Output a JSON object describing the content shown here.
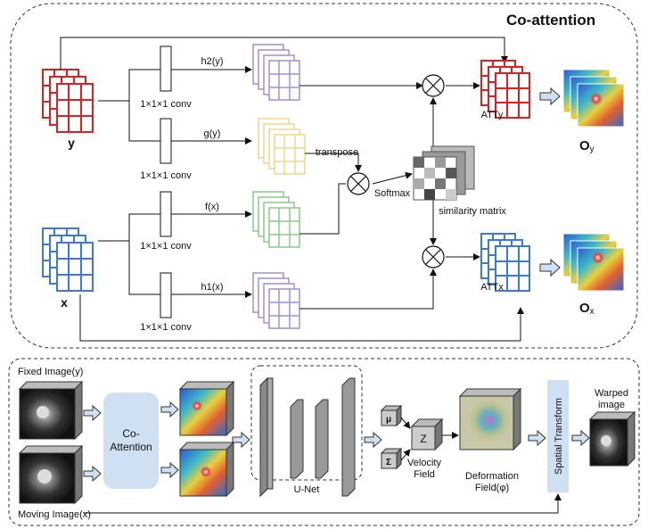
{
  "co_attention": {
    "title": "Co-attention",
    "input_y": "y",
    "input_x": "x",
    "conv_label": "1×1×1 conv",
    "h2": "h2(y)",
    "g": "g(y)",
    "f": "f(x)",
    "h1": "h1(x)",
    "transpose": "transpose",
    "softmax": "Softmax",
    "similarity": "similarity matrix",
    "att_y": "ATTy",
    "att_x": "ATTx",
    "out_y_main": "O",
    "out_y_sub": "y",
    "out_x_main": "O",
    "out_x_sub": "x"
  },
  "pipeline": {
    "fixed": "Fixed Image(y)",
    "moving": "Moving Image(x)",
    "coatt_line1": "Co-",
    "coatt_line2": "Attention",
    "unet": "U-Net",
    "mu": "μ",
    "sigma": "Σ",
    "z": "Z",
    "velocity_line1": "Velocity",
    "velocity_line2": "Field",
    "deform_line1": "Deformation",
    "deform_line2": "Field(φ)",
    "spatial": "Spatial Transform",
    "warped_line1": "Warped",
    "warped_line2": "image"
  },
  "colors": {
    "red": "#e02020",
    "blue": "#3a7ad8",
    "purple": "#a48ed6",
    "yellow": "#f2d58c",
    "green": "#8cc88c",
    "light_blue": "#cfe0f2"
  }
}
